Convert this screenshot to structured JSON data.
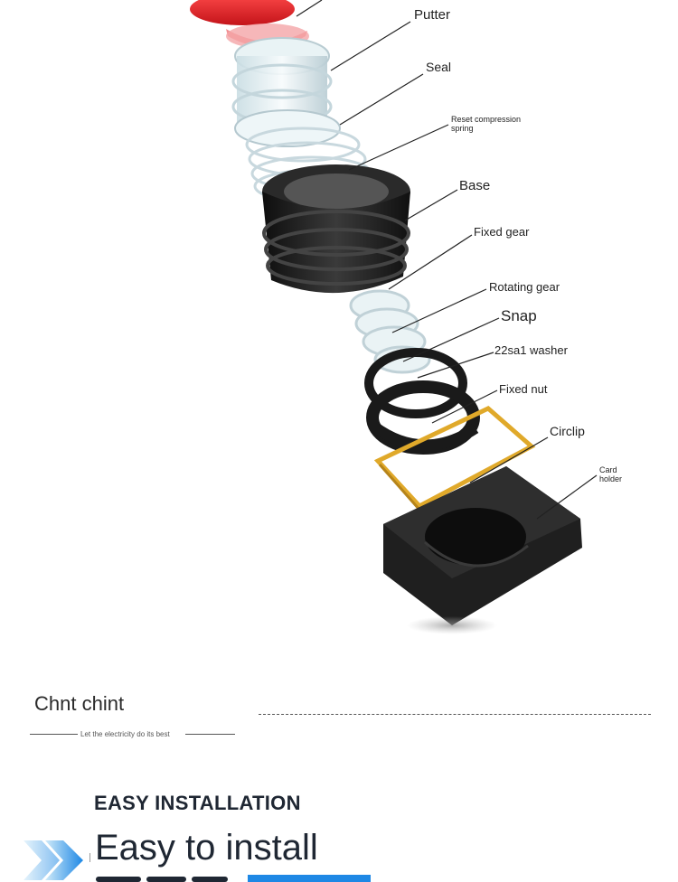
{
  "diagram": {
    "labels": {
      "putter": "Putter",
      "seal": "Seal",
      "reset_spring": "Reset compression spring",
      "base": "Base",
      "fixed_gear": "Fixed gear",
      "rotating_gear": "Rotating gear",
      "snap": "Snap",
      "washer": "22sa1 washer",
      "fixed_nut": "Fixed nut",
      "circlip": "Circlip",
      "card_holder": "Card holder"
    },
    "colors": {
      "putter_red": "#e8262c",
      "gold_circlip": "#e0a92a",
      "black_plastic": "#1c1c1c",
      "clear_plastic": "#dfeff3"
    }
  },
  "brand": {
    "name": "Chnt chint",
    "tagline": "Let the electricity do its best"
  },
  "section": {
    "title": "EASY INSTALLATION",
    "subtitle": "Easy to install",
    "accent_color": "#1e88e5"
  }
}
